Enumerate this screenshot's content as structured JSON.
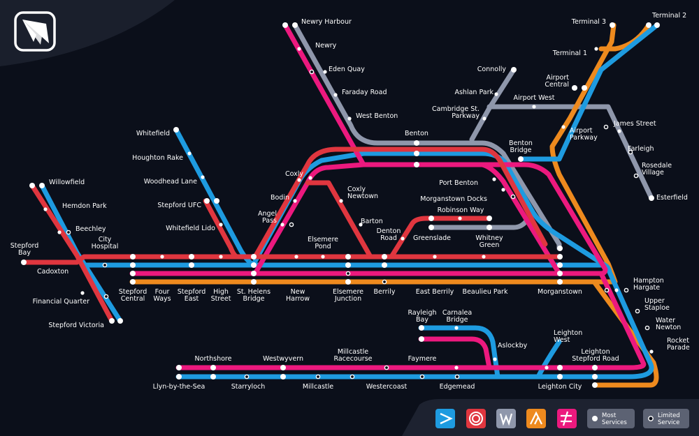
{
  "colors": {
    "background": "#0b0f1a",
    "panel": "#1d2230",
    "red": "#e0363f",
    "blue": "#1e9be0",
    "pink": "#ec197e",
    "orange": "#ee8a1e",
    "grey": "#8f97ab"
  },
  "logo": {
    "icon": "wing-logo-icon"
  },
  "stations": [
    {
      "id": "newry_harbour",
      "lines": [
        "Newry Harbour"
      ]
    },
    {
      "id": "newry",
      "lines": [
        "Newry"
      ]
    },
    {
      "id": "eden_quay",
      "lines": [
        "Eden Quay"
      ]
    },
    {
      "id": "faraday_road",
      "lines": [
        "Faraday Road"
      ]
    },
    {
      "id": "west_benton",
      "lines": [
        "West Benton"
      ]
    },
    {
      "id": "benton",
      "lines": [
        "Benton"
      ]
    },
    {
      "id": "connolly",
      "lines": [
        "Connolly"
      ]
    },
    {
      "id": "ashlan_park",
      "lines": [
        "Ashlan Park"
      ]
    },
    {
      "id": "cambridge_st",
      "lines": [
        "Cambridge St.",
        "Parkway"
      ]
    },
    {
      "id": "airport_west",
      "lines": [
        "Airport West"
      ]
    },
    {
      "id": "airport_central",
      "lines": [
        "Airport",
        "Central"
      ]
    },
    {
      "id": "terminal1",
      "lines": [
        "Terminal 1"
      ]
    },
    {
      "id": "terminal3",
      "lines": [
        "Terminal 3"
      ]
    },
    {
      "id": "terminal2",
      "lines": [
        "Terminal 2"
      ]
    },
    {
      "id": "james_street",
      "lines": [
        "James Street"
      ]
    },
    {
      "id": "farleigh",
      "lines": [
        "Farleigh"
      ]
    },
    {
      "id": "rosedale",
      "lines": [
        "Rosedale",
        "Village"
      ]
    },
    {
      "id": "esterfield",
      "lines": [
        "Esterfield"
      ]
    },
    {
      "id": "airport_parkway",
      "lines": [
        "Airport",
        "Parkway"
      ]
    },
    {
      "id": "benton_bridge",
      "lines": [
        "Benton",
        "Bridge"
      ]
    },
    {
      "id": "port_benton",
      "lines": [
        "Port Benton"
      ]
    },
    {
      "id": "morganstown_docks",
      "lines": [
        "Morganstown Docks"
      ]
    },
    {
      "id": "robinson_way",
      "lines": [
        "Robinson Way"
      ]
    },
    {
      "id": "greenslade",
      "lines": [
        "Greenslade"
      ]
    },
    {
      "id": "whitney_green",
      "lines": [
        "Whitney",
        "Green"
      ]
    },
    {
      "id": "whitefield",
      "lines": [
        "Whitefield"
      ]
    },
    {
      "id": "houghton_rake",
      "lines": [
        "Houghton Rake"
      ]
    },
    {
      "id": "woodhead_lane",
      "lines": [
        "Woodhead Lane"
      ]
    },
    {
      "id": "stepford_ufc",
      "lines": [
        "Stepford UFC"
      ]
    },
    {
      "id": "whitefield_lido",
      "lines": [
        "Whitefield Lido"
      ]
    },
    {
      "id": "coxly",
      "lines": [
        "Coxly"
      ]
    },
    {
      "id": "bodin",
      "lines": [
        "Bodin"
      ]
    },
    {
      "id": "angel_pass",
      "lines": [
        "Angel",
        "Pass"
      ]
    },
    {
      "id": "coxly_newtown",
      "lines": [
        "Coxly",
        "Newtown"
      ]
    },
    {
      "id": "barton",
      "lines": [
        "Barton"
      ]
    },
    {
      "id": "denton_road",
      "lines": [
        "Denton",
        "Road"
      ]
    },
    {
      "id": "elsemere_pond",
      "lines": [
        "Elsemere",
        "Pond"
      ]
    },
    {
      "id": "willowfield",
      "lines": [
        "Willowfield"
      ]
    },
    {
      "id": "hemdon_park",
      "lines": [
        "Hemdon Park"
      ]
    },
    {
      "id": "beechley",
      "lines": [
        "Beechley"
      ]
    },
    {
      "id": "city_hospital",
      "lines": [
        "City",
        "Hospital"
      ]
    },
    {
      "id": "stepford_bay",
      "lines": [
        "Stepford",
        "Bay"
      ]
    },
    {
      "id": "cadoxton",
      "lines": [
        "Cadoxton"
      ]
    },
    {
      "id": "financial_quarter",
      "lines": [
        "Financial Quarter"
      ]
    },
    {
      "id": "stepford_victoria",
      "lines": [
        "Stepford Victoria"
      ]
    },
    {
      "id": "stepford_central",
      "lines": [
        "Stepford",
        "Central"
      ]
    },
    {
      "id": "four_ways",
      "lines": [
        "Four",
        "Ways"
      ]
    },
    {
      "id": "stepford_east",
      "lines": [
        "Stepford",
        "East"
      ]
    },
    {
      "id": "high_street",
      "lines": [
        "High",
        "Street"
      ]
    },
    {
      "id": "st_helens_bridge",
      "lines": [
        "St. Helens",
        "Bridge"
      ]
    },
    {
      "id": "new_harrow",
      "lines": [
        "New",
        "Harrow"
      ]
    },
    {
      "id": "elsemere_junction",
      "lines": [
        "Elsemere",
        "Junction"
      ]
    },
    {
      "id": "berrily",
      "lines": [
        "Berrily"
      ]
    },
    {
      "id": "east_berrily",
      "lines": [
        "East Berrily"
      ]
    },
    {
      "id": "beaulieu_park",
      "lines": [
        "Beaulieu Park"
      ]
    },
    {
      "id": "morganstown",
      "lines": [
        "Morganstown"
      ]
    },
    {
      "id": "hampton_hargate",
      "lines": [
        "Hampton",
        "Hargate"
      ]
    },
    {
      "id": "upper_staploe",
      "lines": [
        "Upper",
        "Staploe"
      ]
    },
    {
      "id": "water_newton",
      "lines": [
        "Water",
        "Newton"
      ]
    },
    {
      "id": "rocket_parade",
      "lines": [
        "Rocket",
        "Parade"
      ]
    },
    {
      "id": "rayleigh_bay",
      "lines": [
        "Rayleigh",
        "Bay"
      ]
    },
    {
      "id": "carnalea_bridge",
      "lines": [
        "Carnalea",
        "Bridge"
      ]
    },
    {
      "id": "aslockby",
      "lines": [
        "Aslockby"
      ]
    },
    {
      "id": "leighton_west",
      "lines": [
        "Leighton",
        "West"
      ]
    },
    {
      "id": "leighton_stepford_road",
      "lines": [
        "Leighton",
        "Stepford Road"
      ]
    },
    {
      "id": "leighton_city",
      "lines": [
        "Leighton City"
      ]
    },
    {
      "id": "northshore",
      "lines": [
        "Northshore"
      ]
    },
    {
      "id": "westwyvern",
      "lines": [
        "Westwyvern"
      ]
    },
    {
      "id": "millcastle_racecourse",
      "lines": [
        "Millcastle",
        "Racecourse"
      ]
    },
    {
      "id": "faymere",
      "lines": [
        "Faymere"
      ]
    },
    {
      "id": "llyn",
      "lines": [
        "Llyn-by-the-Sea"
      ]
    },
    {
      "id": "starryloch",
      "lines": [
        "Starryloch"
      ]
    },
    {
      "id": "millcastle",
      "lines": [
        "Millcastle"
      ]
    },
    {
      "id": "westercoast",
      "lines": [
        "Westercoast"
      ]
    },
    {
      "id": "edgemead",
      "lines": [
        "Edgemead"
      ]
    }
  ],
  "legend": {
    "operators": [
      {
        "name": "blue-arrow-operator-icon",
        "color": "#1e9be0"
      },
      {
        "name": "red-rings-operator-icon",
        "color": "#e0363f"
      },
      {
        "name": "grey-w-operator-icon",
        "color": "#8f97ab"
      },
      {
        "name": "orange-chevron-operator-icon",
        "color": "#ee8a1e"
      },
      {
        "name": "pink-arrows-operator-icon",
        "color": "#ec197e"
      }
    ],
    "most_services": [
      "Most",
      "Services"
    ],
    "limited_service": [
      "Limited",
      "Service"
    ]
  }
}
